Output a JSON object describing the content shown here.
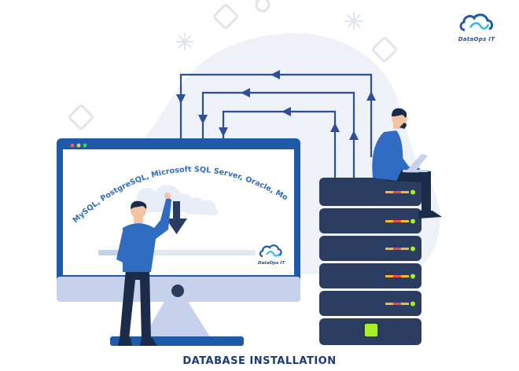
{
  "brand": {
    "name": "DataOps IT"
  },
  "screen": {
    "databases_text": "MySQL, PostgreSQL, Microsoft SQL Server, Oracle, MongoDB",
    "logo_text": "DataOps IT",
    "progress": 0.35
  },
  "caption": "DATABASE INSTALLATION",
  "colors": {
    "navy": "#2b3c61",
    "accent": "#1d5aa8",
    "arrow": "#2d4f99",
    "server_light": "#a9ed27"
  }
}
